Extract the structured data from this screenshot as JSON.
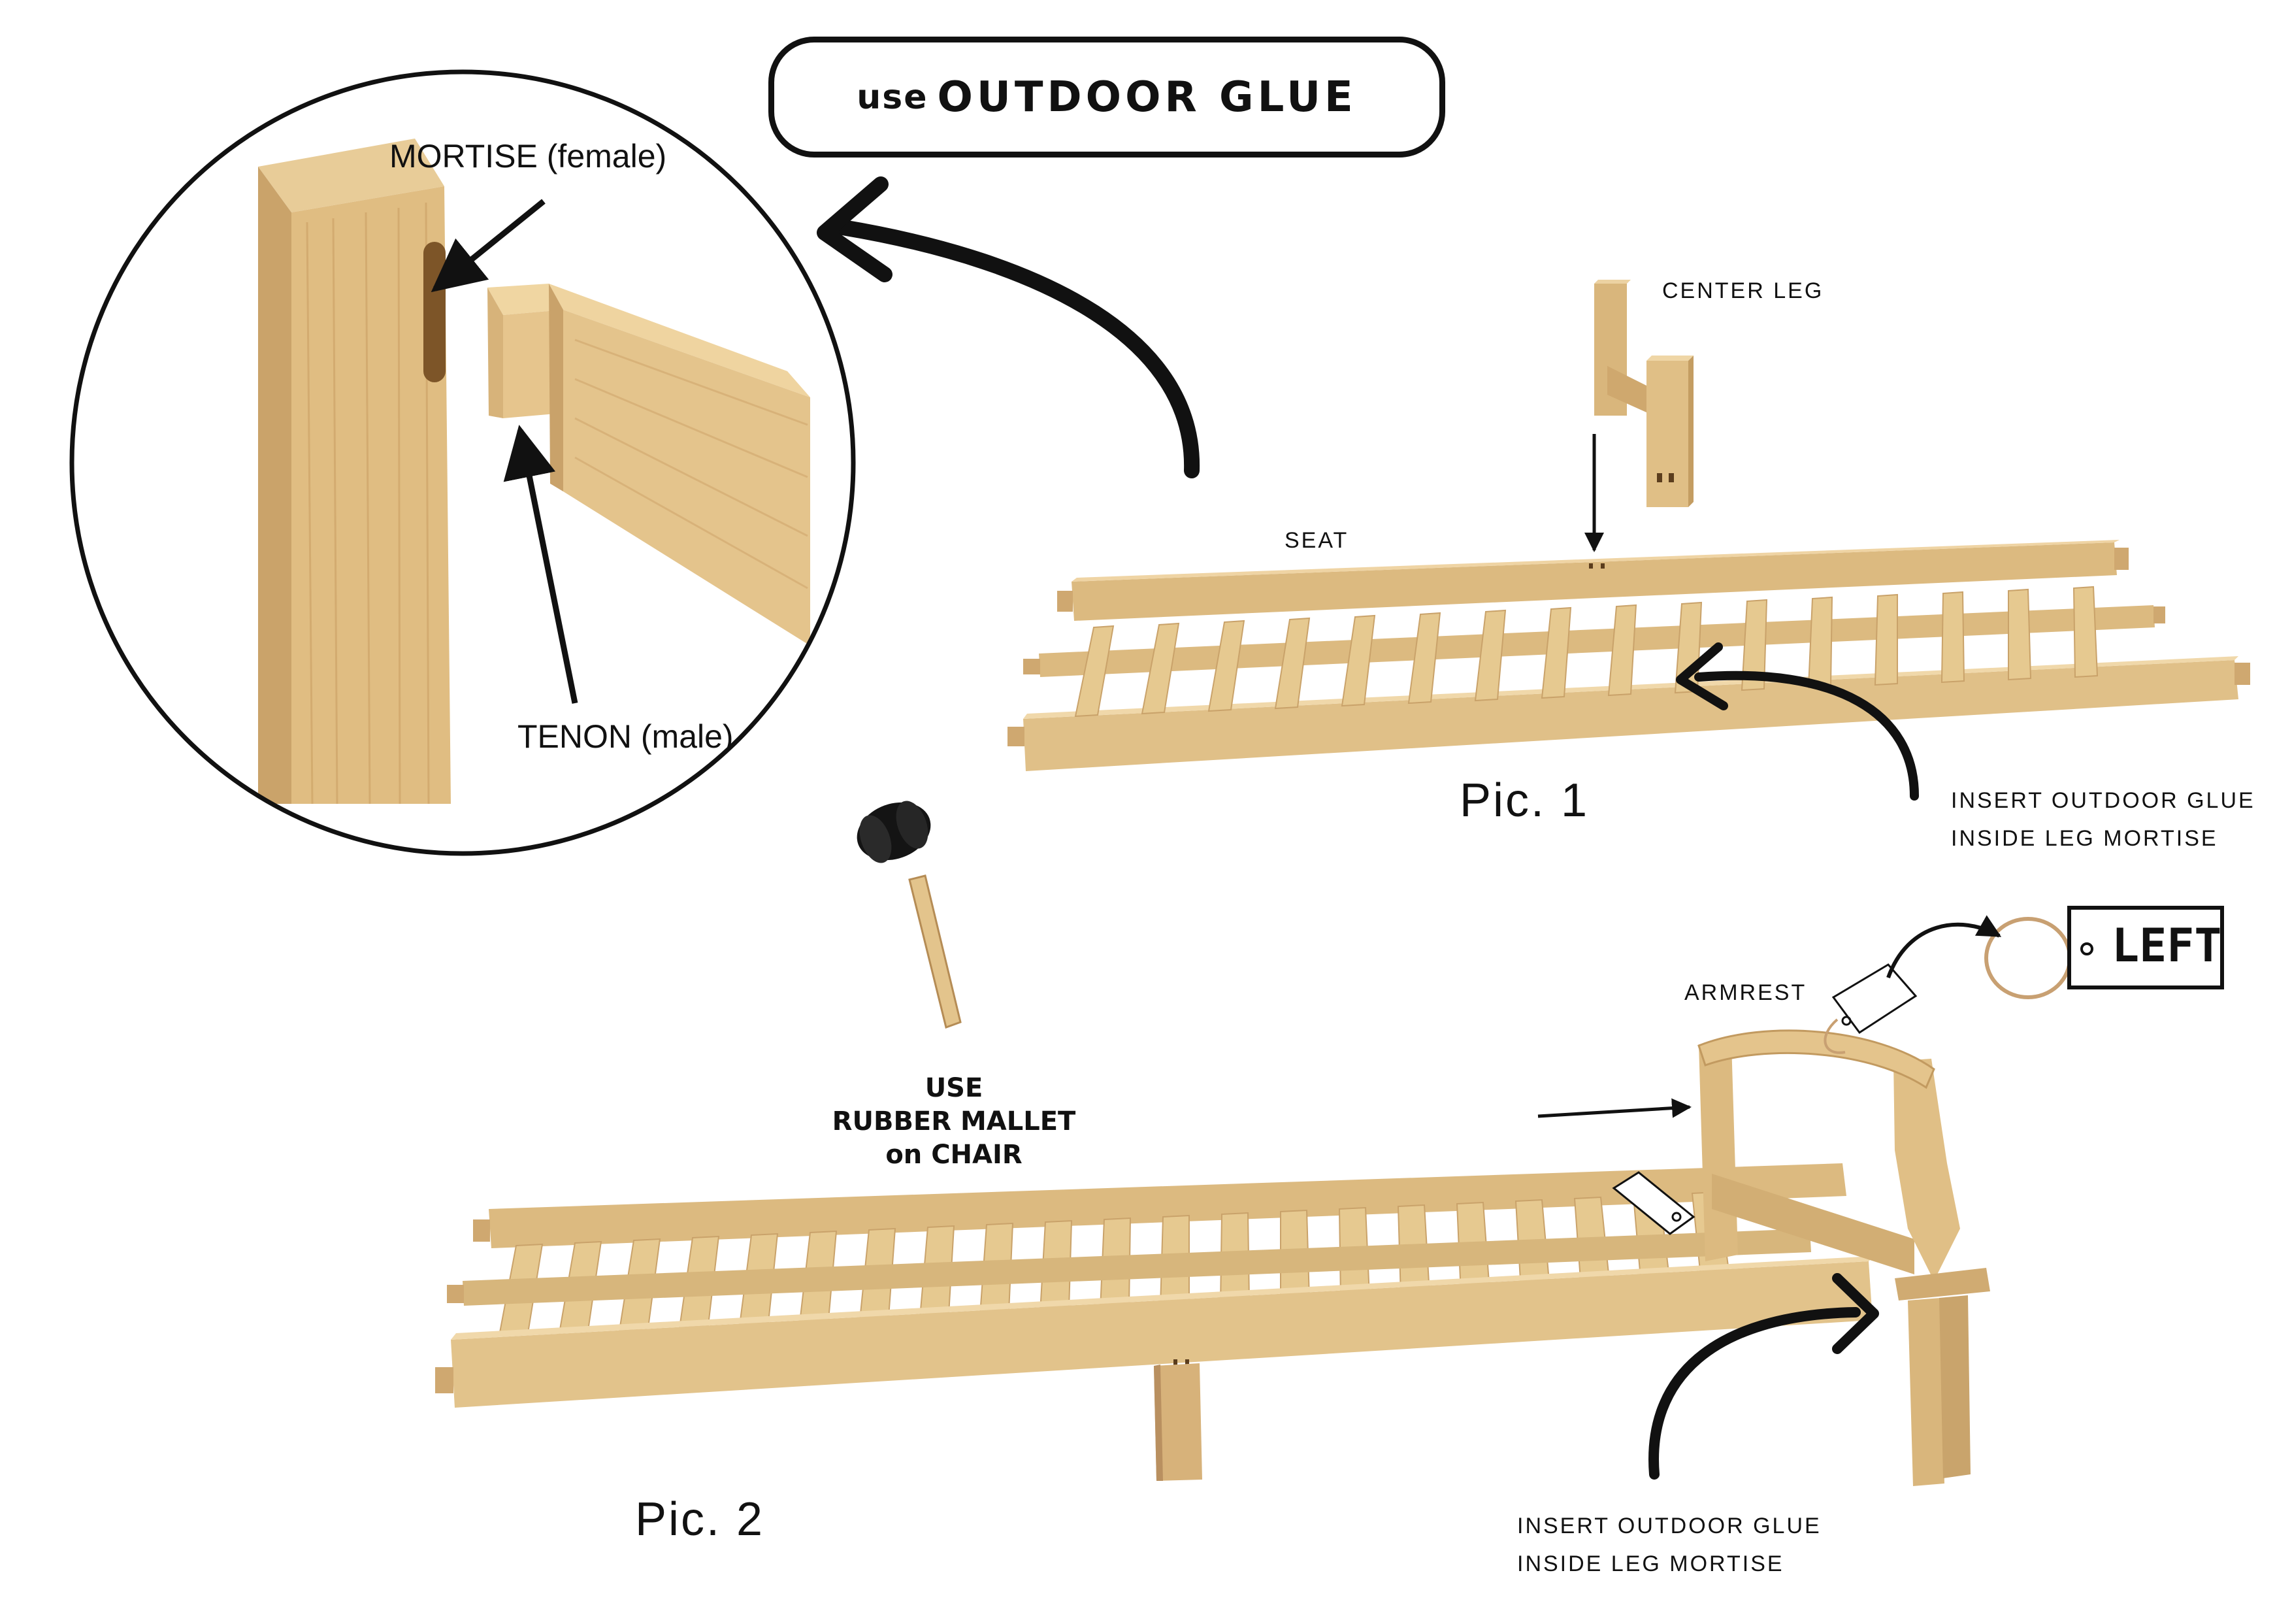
{
  "glue_banner": {
    "prefix": "use",
    "emphasis": "OUTDOOR GLUE"
  },
  "joint_detail": {
    "mortise_label": "MORTISE (female)",
    "tenon_label": "TENON (male)"
  },
  "pic1": {
    "title": "Pic. 1",
    "center_leg_label": "CENTER LEG",
    "seat_label": "SEAT",
    "glue_note": [
      "INSERT OUTDOOR GLUE",
      "INSIDE LEG MORTISE"
    ]
  },
  "pic2": {
    "title": "Pic. 2",
    "armrest_label": "ARMREST",
    "tag_label": "LEFT",
    "mallet_note": [
      "USE",
      "RUBBER MALLET",
      "on CHAIR"
    ],
    "glue_note": [
      "INSERT OUTDOOR GLUE",
      "INSIDE LEG MORTISE"
    ]
  },
  "colors": {
    "ink": "#111111",
    "wood_light": "#ecd4a4",
    "wood_mid": "#dcbb82",
    "wood_dark": "#bf9a5f",
    "wood_shadow": "#a57f47",
    "mallet_head": "#141414",
    "tag_cord": "#c8a072"
  }
}
